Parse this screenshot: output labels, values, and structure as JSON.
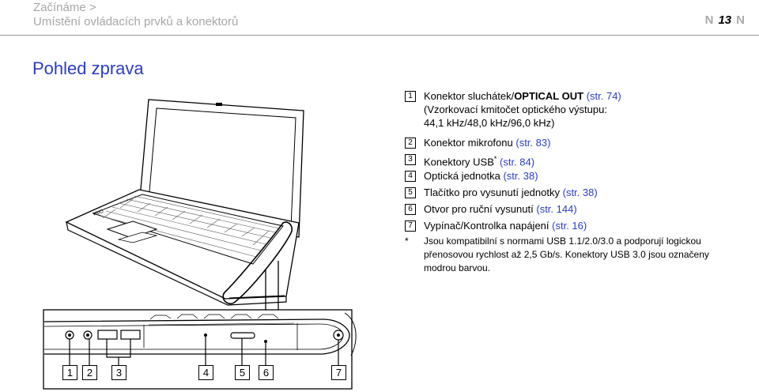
{
  "header": {
    "breadcrumb_line1": "Začínáme >",
    "breadcrumb_line2": "Umístění ovládacích prvků a konektorů",
    "page_number": "13",
    "prev_arrow": "N",
    "next_arrow": "N"
  },
  "section_title": "Pohled zprava",
  "items": [
    {
      "num": "1",
      "line1": "Konektor sluchátek/",
      "line1_bold": "OPTICAL OUT",
      "ref": "(str. 74)",
      "line2": "(Vzorkovací kmitočet optického výstupu:",
      "line3": "44,1 kHz/48,0 kHz/96,0 kHz)"
    },
    {
      "num": "2",
      "text": "Konektor mikrofonu",
      "ref": "(str. 83)"
    },
    {
      "num": "3",
      "text": "Konektory USB",
      "sup": "*",
      "ref": "(str. 84)"
    },
    {
      "num": "4",
      "text": "Optická jednotka",
      "ref": "(str. 38)"
    },
    {
      "num": "5",
      "text": "Tlačítko pro vysunutí jednotky",
      "ref": "(str. 38)"
    },
    {
      "num": "6",
      "text": "Otvor pro ruční vysunutí",
      "ref": "(str. 144)"
    },
    {
      "num": "7",
      "text": "Vypínač/Kontrolka napájení",
      "ref": "(str. 16)"
    }
  ],
  "footnote": {
    "star": "*",
    "text": "Jsou kompatibilní s normami USB 1.1/2.0/3.0 a podporují logickou přenosovou rychlost až 2,5 Gb/s. Konektory USB 3.0 jsou označeny modrou barvou."
  },
  "diagram_labels": [
    "1",
    "2",
    "3",
    "4",
    "5",
    "6",
    "7"
  ],
  "logo_text": "VAIO",
  "colors": {
    "accent": "#2a3cc8",
    "header_gray": "#a6a6a6"
  }
}
